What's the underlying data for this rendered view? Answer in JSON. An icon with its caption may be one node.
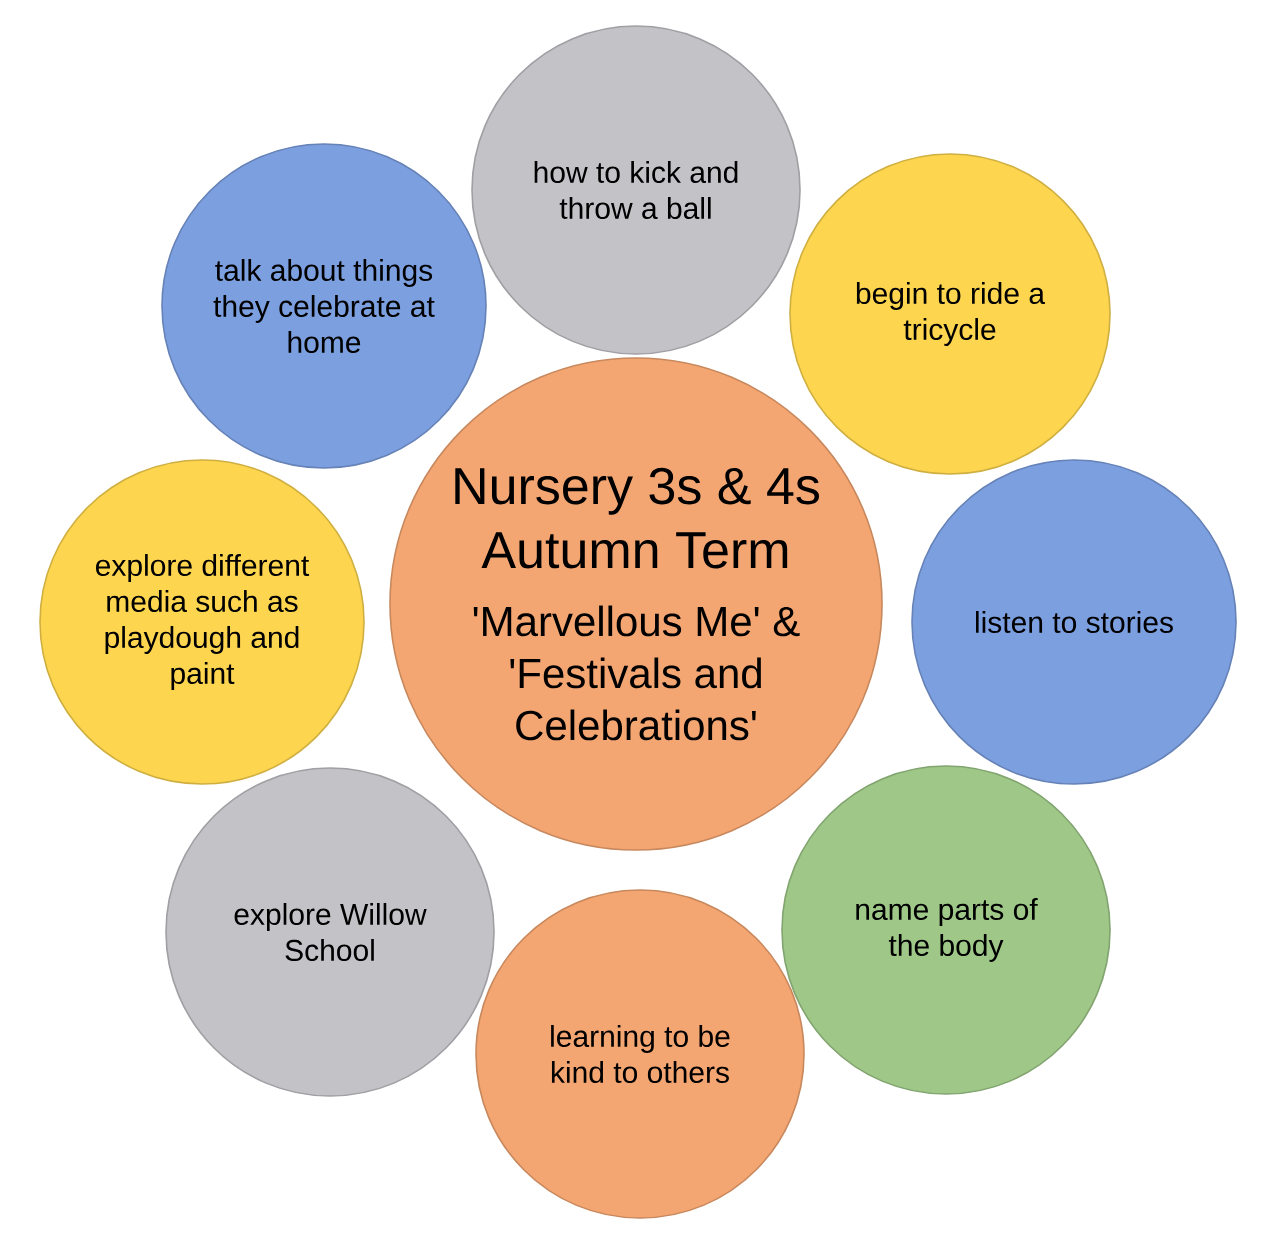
{
  "diagram": {
    "nodes": [
      {
        "text": [
          "how to kick and throw a ball"
        ]
      },
      {
        "text": [
          "talk about things they celebrate at home"
        ]
      },
      {
        "text": [
          "begin to ride a tricycle"
        ]
      },
      {
        "text": [
          "Nursery 3s & 4s Autumn Term",
          "'Marvellous Me' & 'Festivals and Celebrations'"
        ]
      },
      {
        "text": [
          "explore different media such as playdough and paint"
        ]
      },
      {
        "text": [
          "listen to stories"
        ]
      },
      {
        "text": [
          "explore Willow School"
        ]
      },
      {
        "text": [
          "name parts of the body"
        ]
      },
      {
        "text": [
          "learning to be kind to others"
        ]
      }
    ]
  }
}
